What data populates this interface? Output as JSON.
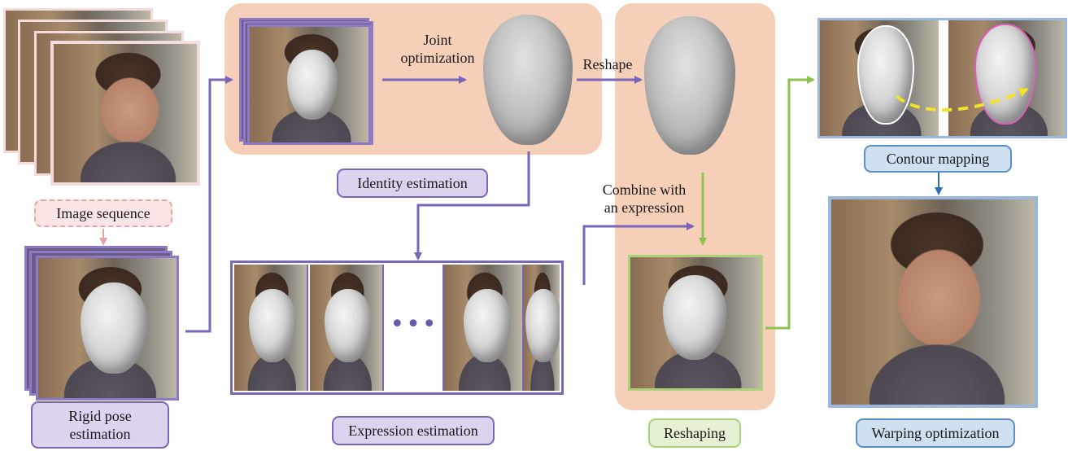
{
  "labels": {
    "image_sequence": "Image sequence",
    "rigid_pose": "Rigid pose estimation",
    "identity": "Identity estimation",
    "expression": "Expression estimation",
    "reshaping": "Reshaping",
    "contour": "Contour mapping",
    "warping": "Warping optimization"
  },
  "annotations": {
    "joint_line1": "Joint",
    "joint_line2": "optimization",
    "reshape": "Reshape",
    "combine_line1": "Combine with",
    "combine_line2": "an expression",
    "ellipsis": "•••"
  },
  "colors": {
    "panel": "#f6cfb9",
    "purple": "#7a66b8",
    "pink": "#e3a5a8",
    "green": "#a9d27a",
    "blue": "#5c8ec0",
    "blue_border": "#9bb8dc",
    "yellow": "#f2e22a"
  }
}
